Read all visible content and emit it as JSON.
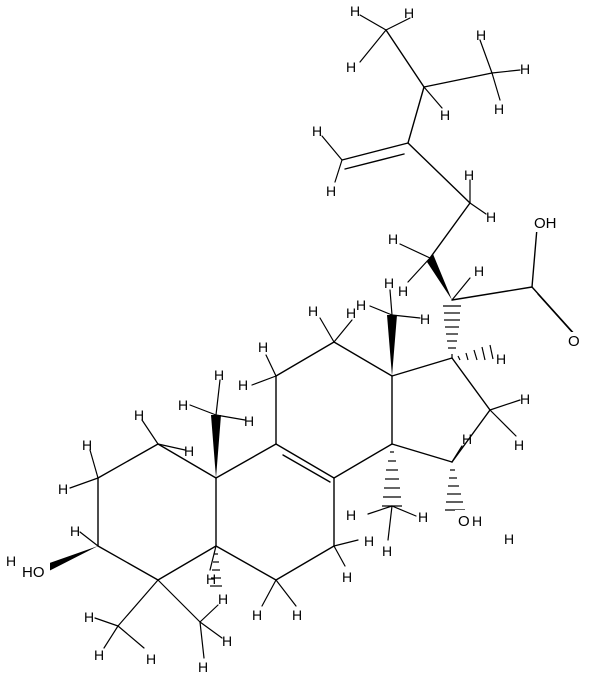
{
  "atoms": {
    "hydrogen": "H",
    "oxygen": "O",
    "hydroxyl_left": "HO",
    "hydroxyl_top": "OH",
    "hydroxyl_15_o": "O",
    "hydroxyl_15_h": "H",
    "carbonyl_o": "O"
  }
}
